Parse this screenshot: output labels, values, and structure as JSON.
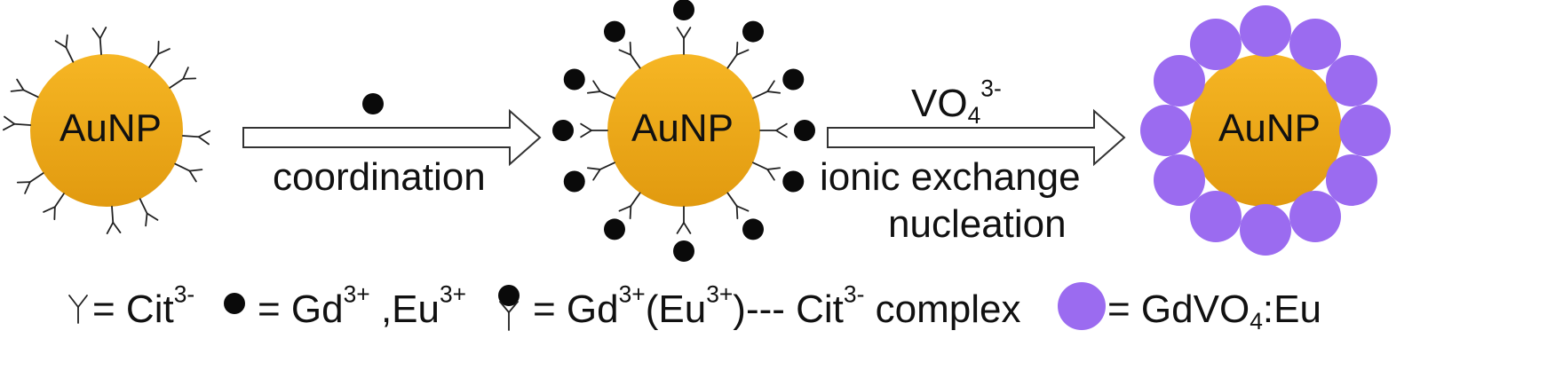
{
  "particles": {
    "core_label": "AuNP",
    "core_color": "#f2ab1b",
    "core_color_dark": "#d9900a",
    "shell_color": "#9b6bf0"
  },
  "steps": {
    "step1_label": "coordination",
    "step2_species": "VO",
    "step2_species_sub": "4",
    "step2_species_sup": "3-",
    "step2_label_line1": "ionic exchange",
    "step2_label_line2": "nucleation"
  },
  "legend": {
    "cit_eq": "= Cit",
    "cit_charge": "3-",
    "gd_eq": "= Gd",
    "gd_charge": "3+",
    "eu_text": " ,Eu",
    "eu_charge": "3+",
    "complex_eq": "= Gd",
    "complex_gd_charge": "3+",
    "complex_mid": "(Eu",
    "complex_eu_charge": "3+",
    "complex_mid2": ")--- Cit",
    "complex_cit_charge": "3-",
    "complex_end": " complex",
    "gdvo_eq": "= GdVO",
    "gdvo_sub": "4",
    "gdvo_end": ":Eu"
  }
}
